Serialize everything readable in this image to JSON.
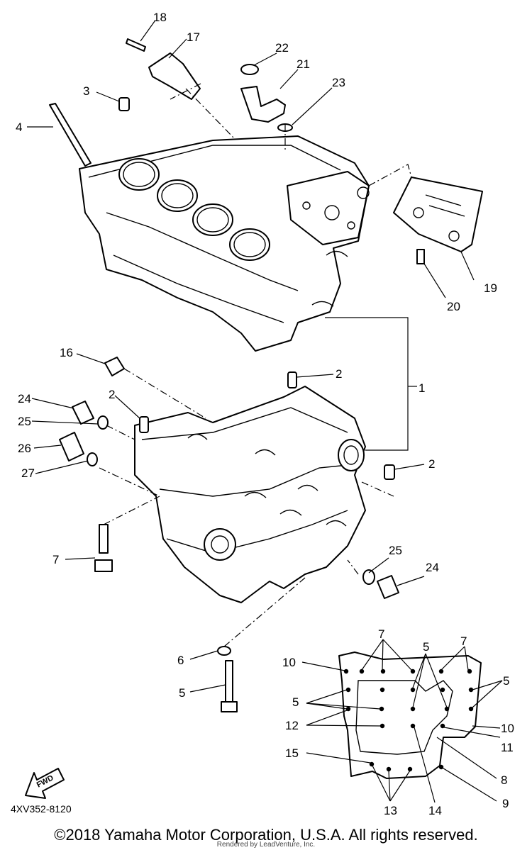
{
  "diagram": {
    "callouts": [
      "18",
      "17",
      "22",
      "21",
      "23",
      "3",
      "4",
      "19",
      "20",
      "1",
      "2",
      "2",
      "2",
      "16",
      "24",
      "25",
      "26",
      "27",
      "7",
      "25",
      "24",
      "6",
      "5"
    ],
    "inset_callouts": [
      "7",
      "7",
      "5",
      "10",
      "5",
      "5",
      "12",
      "10",
      "11",
      "8",
      "15",
      "9",
      "13",
      "14"
    ]
  },
  "fwd_label": "FWD",
  "diagram_code": "4XV352-8120",
  "copyright": "©2018 Yamaha Motor Corporation, U.S.A. All rights reserved.",
  "rendered_by": "Rendered by LeadVenture, Inc."
}
